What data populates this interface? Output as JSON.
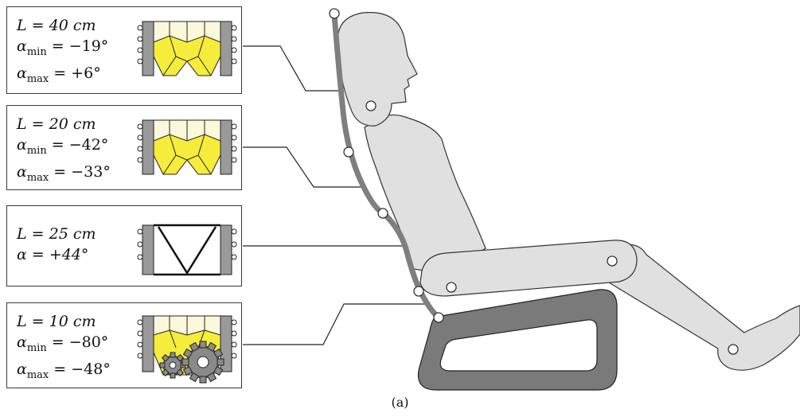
{
  "panels": [
    {
      "L": "L = 40 cm",
      "line2": "α",
      "sub2": "min",
      "val2": " = −19°",
      "line3": "α",
      "sub3": "max",
      "val3": " = +6°",
      "icon": "hexagon-cells"
    },
    {
      "L": "L = 20 cm",
      "line2": "α",
      "sub2": "min",
      "val2": " = −42°",
      "line3": "α",
      "sub3": "max",
      "val3": " = −33°",
      "icon": "hexagon-cells"
    },
    {
      "L": "L = 25 cm",
      "line2": "α = +44°",
      "icon": "truss-cell"
    },
    {
      "L": "L = 10 cm",
      "line2": "α",
      "sub2": "min",
      "val2": " = −80°",
      "line3": "α",
      "sub3": "max",
      "val3": " = −48°",
      "icon": "gear-cells"
    }
  ],
  "caption": "(a)",
  "colors": {
    "cell_yellow": "#f6ec3c",
    "cell_cream": "#fcf8dc",
    "body_fill": "#e0e0e0",
    "spine": "#808080"
  }
}
